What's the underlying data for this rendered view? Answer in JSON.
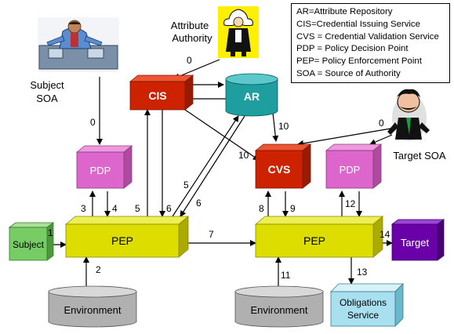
{
  "legend": [
    "AR=Attribute Repository",
    "CIS=Credential Issuing Service",
    "CVS = Credential Validation Service",
    "PDP = Policy Decision Point",
    "PEP= Policy Enforcement Point",
    "SOA = Source of Authority"
  ],
  "labels": {
    "subject_soa_line1": "Subject",
    "subject_soa_line2": "SOA",
    "attribute_authority_line1": "Attribute",
    "attribute_authority_line2": "Authority",
    "target_soa": "Target SOA"
  },
  "boxes": {
    "cis": "CIS",
    "ar": "AR",
    "pdp_left": "PDP",
    "cvs": "CVS",
    "pdp_right": "PDP",
    "subject": "Subject",
    "pep_left": "PEP",
    "pep_right": "PEP",
    "target": "Target",
    "env_left": "Environment",
    "env_right": "Environment",
    "obligations_line1": "Obligations",
    "obligations_line2": "Service"
  },
  "arrow_labels": {
    "n0_subject": "0",
    "n0_authority": "0",
    "n0_target": "0",
    "n1": "1",
    "n2": "2",
    "n3": "3",
    "n4": "4",
    "n5_left": "5",
    "n5_diag": "5",
    "n6_left": "6",
    "n6_diag": "6",
    "n7": "7",
    "n8": "8",
    "n9": "9",
    "n10_top": "10",
    "n10_left": "10",
    "n11": "11",
    "n12": "12",
    "n13": "13",
    "n14": "14"
  },
  "colors": {
    "cis": "#cc2200",
    "cvs": "#cc2200",
    "ar": "#1f9ea0",
    "pdp": "#dd66cc",
    "pep": "#dddd00",
    "subject": "#77cc66",
    "target": "#6a00a8",
    "environment": "#b0b0b0",
    "obligations": "#a8e0f0"
  }
}
